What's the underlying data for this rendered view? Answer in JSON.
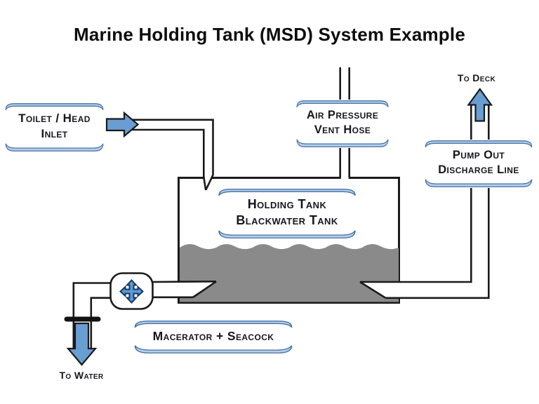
{
  "title": "Marine Holding Tank (MSD) System Example",
  "labels": {
    "toilet_inlet": {
      "line1": "Toilet / Head",
      "line2": "Inlet"
    },
    "air_vent": {
      "line1": "Air Pressure",
      "line2": "Vent Hose"
    },
    "pump_out": {
      "line1": "Pump Out",
      "line2": "Discharge Line"
    },
    "holding_tank": {
      "line1": "Holding Tank",
      "line2": "Blackwater Tank"
    },
    "macerator_seacock": {
      "line1": "Macerator + Seacock"
    },
    "to_deck": "To Deck",
    "to_water": "To Water"
  },
  "icons": {
    "inlet_arrow": "right-arrow",
    "to_deck_arrow": "up-arrow",
    "to_water_arrow": "down-arrow",
    "macerator_valve": "four-way-arrow"
  },
  "colors": {
    "arrow_blue": "#699ed3",
    "valve_blue": "#5b9bd5",
    "bracket_fill": "#b9cfe8",
    "bracket_stroke": "#4471a9",
    "line_black": "#1a1a1a",
    "liquid_gray": "#8a8a8a",
    "text_dark": "#16161e",
    "background": "#ffffff"
  }
}
